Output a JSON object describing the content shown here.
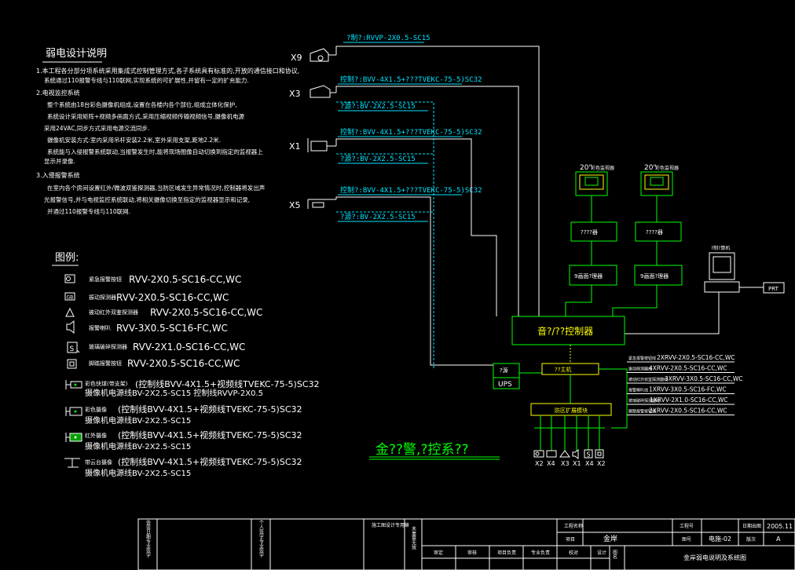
{
  "notes": {
    "title": "弱电设计说明",
    "lines": [
      "1.本工程各分部分项系统采用集成式控制管理方式,各子系统具有标准的,开放的通信接口和协议,",
      "系统通过110报警专线与110联网,实现系统的可扩展性,并留有一定的扩充能力.",
      "2.电视监控系统",
      "整个系统由18台彩色摄像机组成,设置在各楼内各个部位,组成立体化保护,",
      "系统设计采用矩阵+视频多画面方式,采用压缩视频传输视频信号,摄像机电源",
      "采用24VAC,同步方式采用电源交流同步.",
      "摄像机安装方式:室内采用吊杆安装2.2米,室外采用支架,距地2.2米.",
      "系统能与入侵报警系统联动,当报警发生时,能将现场图像自动切换到指定的监视器上",
      "显示并录像.",
      "3.入侵报警系统",
      "在室内各个房间设置红外/微波双鉴探测器,当防区域发生异常情况时,控制器将发出声",
      "光报警信号,并与电视监控系统联动,将相关摄像切换至指定的监视器显示和记录,",
      "并通过110报警专线与110联网."
    ]
  },
  "legend": {
    "title": "图例:",
    "items": [
      {
        "name": "紧急报警按钮",
        "spec": "RVV-2X0.5-SC16-CC,WC"
      },
      {
        "name": "振动探测器",
        "spec": "RVV-2X0.5-SC16-CC,WC"
      },
      {
        "name": "被动红外双鉴探测器",
        "spec": "RVV-2X0.5-SC16-CC,WC"
      },
      {
        "name": "报警喇叭",
        "spec": "RVV-3X0.5-SC16-FC,WC"
      },
      {
        "name": "玻璃破碎探测器",
        "spec": "RVV-2X1.0-SC16-CC,WC"
      },
      {
        "name": "脚踏报警按钮",
        "spec": "RVV-2X0.5-SC16-CC,WC"
      }
    ],
    "cameras": [
      {
        "name": "彩色快球(带支架)",
        "line1": "(控制线BVV-4X1.5+视频线TVEKC-75-5)SC32",
        "line2": "摄像机电源线BV-2X2.5-SC15  控制线RVVP-2X0.5"
      },
      {
        "name": "彩色摄像",
        "line1": "(控制线BVV-4X1.5+视频线TVEKC-75-5)SC32",
        "line2": "摄像机电源线BV-2X2.5-SC15"
      },
      {
        "name": "红外摄像",
        "line1": "(控制线BVV-4X1.5+视频线TVEKC-75-5)SC32",
        "line2": "摄像机电源线BV-2X2.5-SC15"
      },
      {
        "name": "带云台摄像",
        "line1": "(控制线BVV-4X1.5+视频线TVEKC-75-5)SC32",
        "line2": "摄像机电源线BV-2X2.5-SC15"
      }
    ]
  },
  "diagram": {
    "cams": [
      {
        "id": "X9",
        "l1": "?制?:RVVP-2X0.5-SC15",
        "l2": ""
      },
      {
        "id": "X3",
        "l1": "控制?:BVV-4X1.5+???TVEKC-75-5)SC32",
        "l2": "?源?:BV-2X2.5-SC15"
      },
      {
        "id": "X1",
        "l1": "控制?:BVV-4X1.5+???TVEKC-75-5)SC32",
        "l2": "?源?:BV-2X2.5-SC15"
      },
      {
        "id": "X5",
        "l1": "控制?:BVV-4X1.5+???TVEKC-75-5)SC32",
        "l2": "?源?:BV-2X2.5-SC15"
      }
    ],
    "monitor_size": "20\"",
    "monitor_label": "彩色监视器",
    "switch_label": "????器",
    "split_label": "9画面?理器",
    "pc_label": "?制?算机",
    "prt": "PRT",
    "controller": "音?/??控制器",
    "ups1": "?源",
    "ups2": "UPS",
    "alarm_host": "??主机",
    "zone_module": "防区扩展模块",
    "cable_list": [
      {
        "name": "紧急报警按钮线",
        "spec": "2XRVV-2X0.5-SC16-CC,WC"
      },
      {
        "name": "振动探测器线",
        "spec": "4XRVV-2X0.5-SC16-CC,WC"
      },
      {
        "name": "被动红外双鉴探测器线",
        "spec": "3XRVV-3X0.5-SC16-CC,WC"
      },
      {
        "name": "报警喇叭线",
        "spec": "1XRVV-3X0.5-SC16-FC,WC"
      },
      {
        "name": "玻璃破碎探测器线",
        "spec": "1XRVV-2X1.0-SC16-CC,WC"
      },
      {
        "name": "脚踏报警按钮线",
        "spec": "2XRVV-2X0.5-SC16-CC,WC"
      }
    ],
    "bottom_ids": [
      "X2",
      "X4",
      "X3",
      "X1",
      "X4",
      "X2"
    ],
    "big_title": "金??警,?控系??"
  },
  "title_block": {
    "c1": "会签日期专业签字",
    "c2": "个人签字专业签字",
    "c3": "施工图设计专用章",
    "c4": "未盖章无效",
    "proj_label": "工程名称",
    "item_label": "项目",
    "item_value": "金岸",
    "design_no_label": "工程号",
    "design_no": "",
    "drawing_label": "图号",
    "drawing_no": "电施-02",
    "date_label": "日期出图",
    "date": "2005.11",
    "ver_label": "版次",
    "ver": "A",
    "roles": [
      "审定",
      "审核",
      "项目负责",
      "专业负责",
      "校对",
      "设计"
    ],
    "name_label": "图名",
    "drawing_title": "金岸弱电说明及系统图"
  }
}
